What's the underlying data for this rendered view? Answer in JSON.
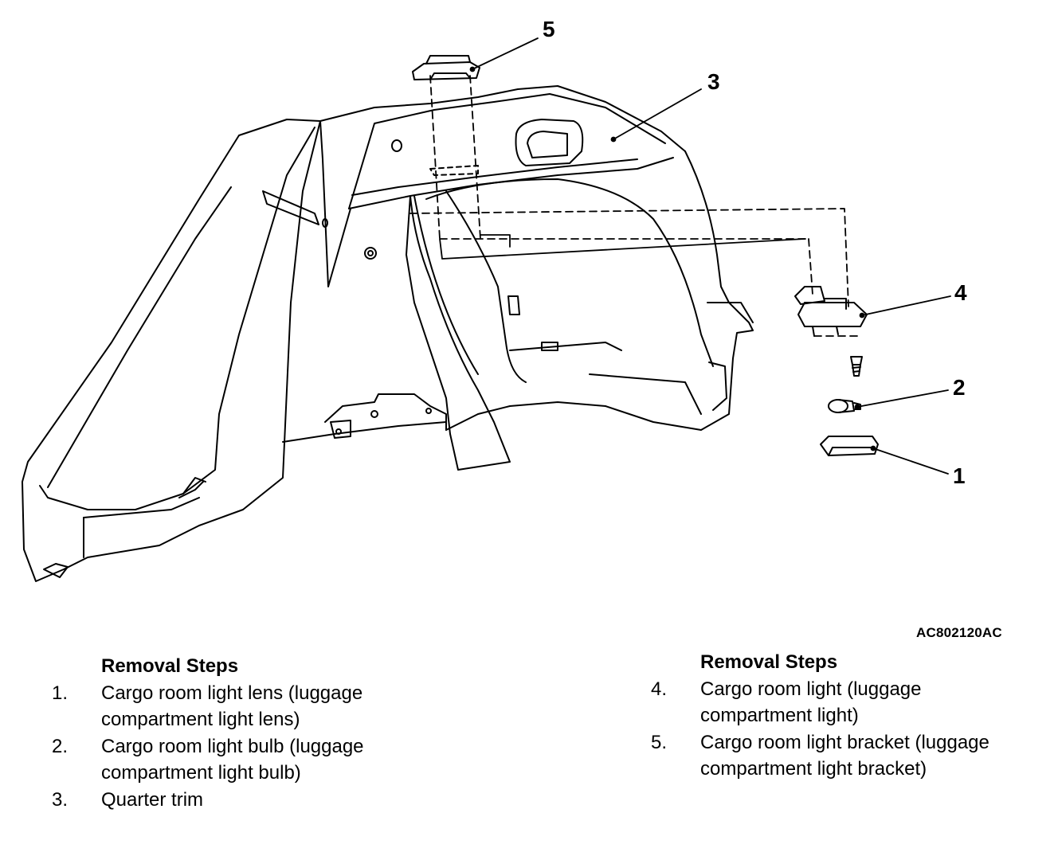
{
  "callouts": [
    {
      "number": "1",
      "part": "Cargo room light lens (luggage compartment light lens)"
    },
    {
      "number": "2",
      "part": "Cargo room light bulb (luggage compartment light bulb)"
    },
    {
      "number": "3",
      "part": "Quarter trim"
    },
    {
      "number": "4",
      "part": "Cargo room light (luggage compartment light)"
    },
    {
      "number": "5",
      "part": "Cargo room light bracket (luggage compartment light bracket)"
    }
  ],
  "figure_code": "AC802120AC",
  "steps_left": {
    "heading": "Removal Steps",
    "items": [
      {
        "num": "1.",
        "lines": [
          "Cargo room light lens (luggage",
          "compartment light lens)"
        ]
      },
      {
        "num": "2.",
        "lines": [
          "Cargo room light bulb (luggage",
          "compartment light bulb)"
        ]
      },
      {
        "num": "3.",
        "lines": [
          "Quarter trim"
        ]
      }
    ]
  },
  "steps_right": {
    "heading": "Removal Steps",
    "items": [
      {
        "num": "4.",
        "lines": [
          "Cargo room light (luggage",
          "compartment light)"
        ]
      },
      {
        "num": "5.",
        "lines": [
          "Cargo room light bracket (luggage",
          "compartment light bracket)"
        ]
      }
    ]
  },
  "colors": {
    "line": "#000000",
    "background": "#ffffff"
  }
}
